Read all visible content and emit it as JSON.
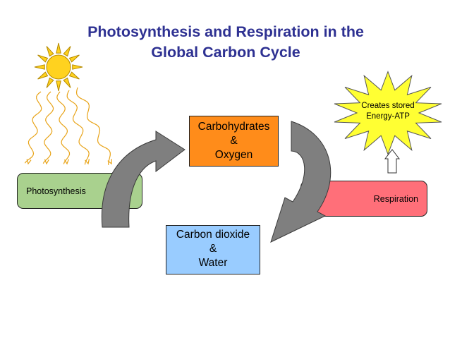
{
  "title": {
    "line1": "Photosynthesis and Respiration in the",
    "line2": "Global Carbon Cycle"
  },
  "nodes": {
    "carbohydrates": {
      "line1": "Carbohydrates",
      "line2": "&",
      "line3": "Oxygen"
    },
    "carbon_dioxide": {
      "line1": "Carbon dioxide",
      "line2": "&",
      "line3": "Water"
    },
    "photosynthesis": {
      "label": "Photosynthesis"
    },
    "respiration": {
      "label": "Respiration"
    },
    "energy": {
      "line1": "Creates stored",
      "line2": "Energy-ATP"
    }
  },
  "icons": {
    "sun": "sun-icon",
    "light_rays": "wavy-light-rays",
    "cycle_arrows": "curved-arrow",
    "energy_arrow": "up-arrow",
    "energy_burst": "star-burst"
  },
  "colors": {
    "title": "#2e3192",
    "carbohydrates_box": "#ff8c1a",
    "carbon_dioxide_box": "#99ccff",
    "photosynthesis_pill": "#a9d18e",
    "respiration_pill": "#ff6f79",
    "cycle_arrow": "#7f7f7f",
    "sun": "#ffd21f",
    "star": "#ffff33",
    "rays": "#e8a317"
  }
}
